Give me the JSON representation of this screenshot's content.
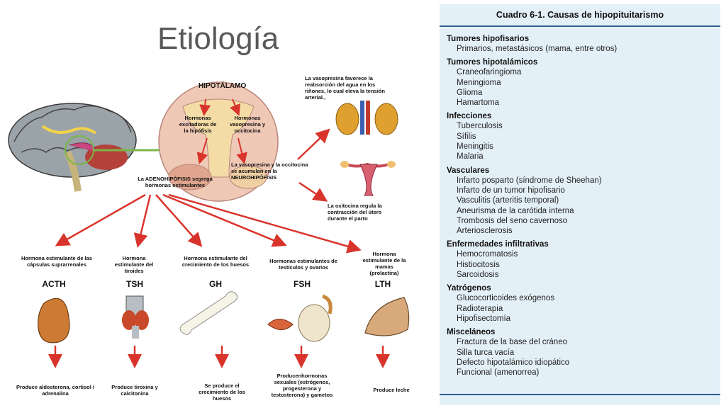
{
  "slide": {
    "title": "Etiología"
  },
  "diagram": {
    "hypothalamus": "HIPOTÁLAMO",
    "releasing": "Hormonas excitadoras de la hipófisis",
    "vasopressin_oxytocin": "Hormonas vasopresina y occitocina",
    "neuro_accumulate": "La vasopresina y la occitocina se acumulan en la NEUROHIPÓFISIS",
    "adeno": "La ADENOHIPÓFISIS segrega hormonas estimulantes",
    "vasopressin_effect": "La vasopresina favorece la reabsorción del agua en los riñones, lo cual eleva la tensión arterial.,",
    "oxytocin_effect": "La oxitocina regula la contracción del útero durante el parto",
    "hormones": [
      {
        "desc": "Hormona estimulante de las cápsulas suprarrenales",
        "abbr": "ACTH",
        "effect": "Produce aldosterona, cortisol i adrenalina"
      },
      {
        "desc": "Hormona estimulante del tiroides",
        "abbr": "TSH",
        "effect": "Produce tiroxina y calcitonina"
      },
      {
        "desc": "Hormona estimulante del crecimiento de los huesos",
        "abbr": "GH",
        "effect": "Se produce el crecimiento de los huesos"
      },
      {
        "desc": "Hormonas estimulantes de testículos y ovarios",
        "abbr": "FSH",
        "effect": "Producenhormonas sexuales (estrógenos, progesterona y testosterona) y gametos"
      },
      {
        "desc": "Hormona estimulante de la mamas (prolactina)",
        "abbr": "LTH",
        "effect": "Produce leche"
      }
    ]
  },
  "table": {
    "title": "Cuadro 6-1. Causas de hipopituitarismo",
    "categories": [
      {
        "name": "Tumores hipofisarios",
        "items": [
          "Primarios, metastásicos (mama, entre otros)"
        ]
      },
      {
        "name": "Tumores hipotalámicos",
        "items": [
          "Craneofaringioma",
          "Meningioma",
          "Glioma",
          "Hamartoma"
        ]
      },
      {
        "name": "Infecciones",
        "items": [
          "Tuberculosis",
          "Sífilis",
          "Meningitis",
          "Malaria"
        ]
      },
      {
        "name": "Vasculares",
        "items": [
          "Infarto posparto (síndrome de Sheehan)",
          "Infarto de un tumor hipofisario",
          "Vasculitis (arteritis temporal)",
          "Aneurisma de la carótida interna",
          "Trombosis del seno cavernoso",
          "Arteriosclerosis"
        ]
      },
      {
        "name": "Enfermedades infiltrativas",
        "items": [
          "Hemocromatosis",
          "Histiocitosis",
          "Sarcoidosis"
        ]
      },
      {
        "name": "Yatrógenos",
        "items": [
          "Glucocorticoides exógenos",
          "Radioterapia",
          "Hipofisectomía"
        ]
      },
      {
        "name": "Misceláneos",
        "items": [
          "Fractura de la base del cráneo",
          "Silla turca vacía",
          "Defecto hipotalámico idiopático",
          "Funcional (amenorrea)"
        ]
      }
    ]
  }
}
